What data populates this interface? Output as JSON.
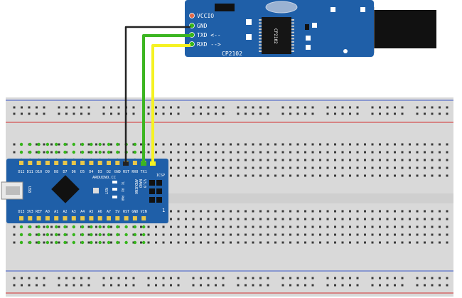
{
  "usb_module": {
    "chip_label": "CP2102",
    "board_label": "CP2102",
    "pins": [
      {
        "label": "VCCIO",
        "connected": false
      },
      {
        "label": "GND",
        "connected": true
      },
      {
        "label": "TXD <--",
        "connected": true
      },
      {
        "label": "RXD -->",
        "connected": true
      }
    ]
  },
  "arduino": {
    "top_pins": [
      "D12",
      "D11",
      "D10",
      "D9",
      "D8",
      "D7",
      "D6",
      "D5",
      "D4",
      "D3",
      "D2",
      "GND",
      "RST",
      "RX0",
      "TX1"
    ],
    "bottom_pins": [
      "D13",
      "3V3",
      "REF",
      "A0",
      "A1",
      "A2",
      "A3",
      "A4",
      "A5",
      "A6",
      "A7",
      "5V",
      "RST",
      "GND",
      "VIN"
    ],
    "site_label": "ARDUINO.CC",
    "name_line1": "ARDUINO",
    "name_line2": "NANO",
    "name_line3": "V3.0",
    "icsp_label": "ICSP",
    "usb_label": "USB",
    "led_labels": [
      "TX",
      "RX",
      "PWR"
    ],
    "button_label": "RST",
    "board_color": "#1f5fa8"
  },
  "wires": [
    {
      "name": "GND",
      "color": "#222222"
    },
    {
      "name": "TXD-RX0",
      "color": "#3cb521"
    },
    {
      "name": "RXD-TX1",
      "color": "#f5f222"
    }
  ],
  "breadboard": {
    "body_color": "#d9d9d9",
    "rail_red": "#d33030",
    "rail_blue": "#3a57c8"
  }
}
